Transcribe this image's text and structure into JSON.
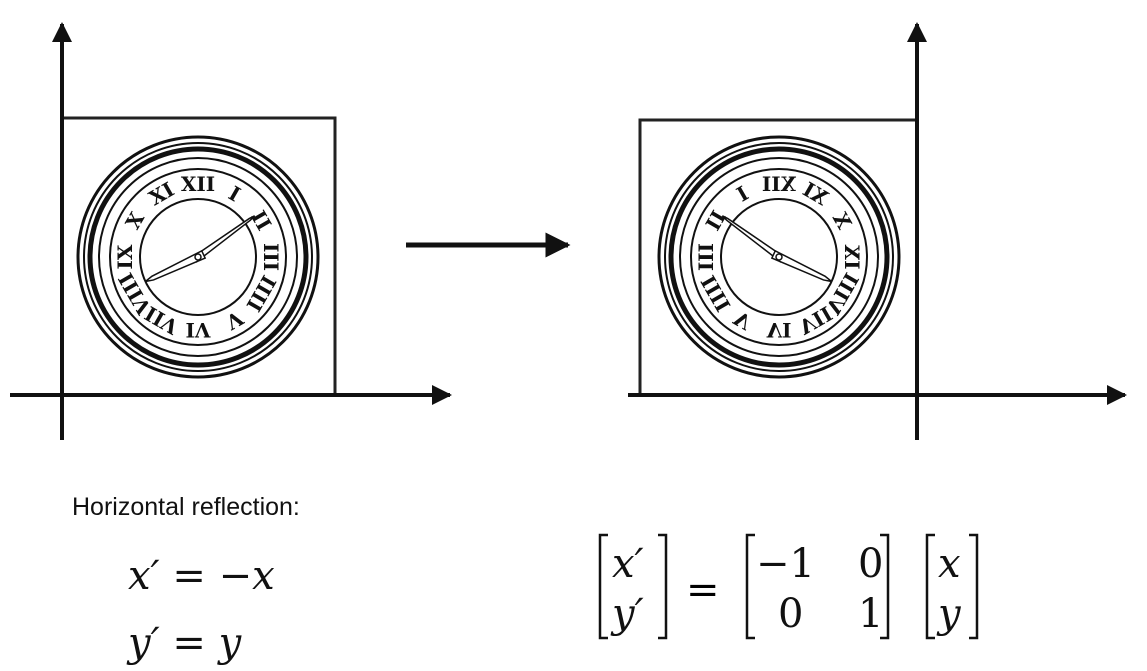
{
  "caption": "Horizontal reflection:",
  "equations": {
    "line1": {
      "lhs": "x′",
      "op": "=",
      "rhs": "−x"
    },
    "line2": {
      "lhs": "y′",
      "op": "=",
      "rhs": "y"
    }
  },
  "matrix_equation": {
    "result_vector": [
      "x′",
      "y′"
    ],
    "equals": "=",
    "matrix": [
      [
        "−1",
        "0"
      ],
      [
        "0",
        "1"
      ]
    ],
    "input_vector": [
      "x",
      "y"
    ]
  },
  "clock_numerals": [
    "XII",
    "I",
    "II",
    "III",
    "IIII",
    "V",
    "VI",
    "VII",
    "VIII",
    "IX",
    "X",
    "XI"
  ],
  "colors": {
    "ink": "#111111"
  }
}
